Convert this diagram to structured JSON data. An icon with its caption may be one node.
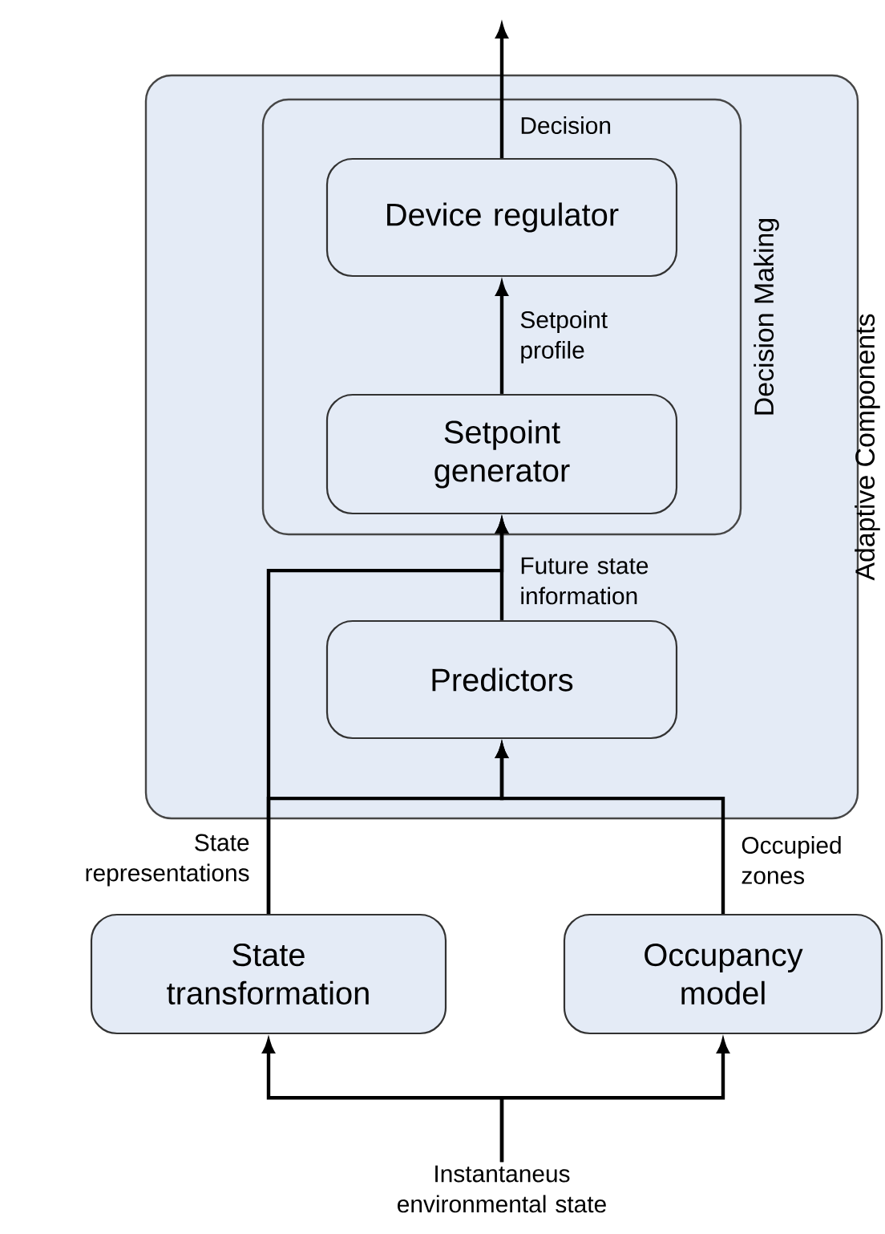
{
  "diagram": {
    "nodes": [
      {
        "text": [
          "Adaptive Components"
        ]
      },
      {
        "text": [
          "Decision Making"
        ],
        "in": 0
      },
      {
        "text": [
          "Device regulator"
        ],
        "in": 1
      },
      {
        "text": [
          "Setpoint generator"
        ],
        "in": 1
      },
      {
        "text": [
          "Predictors"
        ],
        "in": 0
      },
      {
        "text": [
          "State transformation"
        ]
      },
      {
        "text": [
          "Occupancy model"
        ]
      },
      {
        "text": [
          "Instantaneus environmental state"
        ]
      }
    ],
    "edges": [
      {
        "from": 2,
        "to": null,
        "arrow": "to",
        "label": "Decision"
      },
      {
        "from": 3,
        "to": 2,
        "arrow": "to",
        "label": "Setpoint profile"
      },
      {
        "from": 4,
        "to": 3,
        "arrow": "to",
        "label": "Future state information"
      },
      {
        "from": 5,
        "to": 4,
        "arrow": "to",
        "label": "State representations"
      },
      {
        "from": 5,
        "to": 3,
        "arrow": "to"
      },
      {
        "from": 6,
        "to": 4,
        "arrow": "to",
        "label": "Occupied zones"
      },
      {
        "from": 7,
        "to": 5,
        "arrow": "to"
      },
      {
        "from": 7,
        "to": 6,
        "arrow": "to"
      }
    ]
  }
}
